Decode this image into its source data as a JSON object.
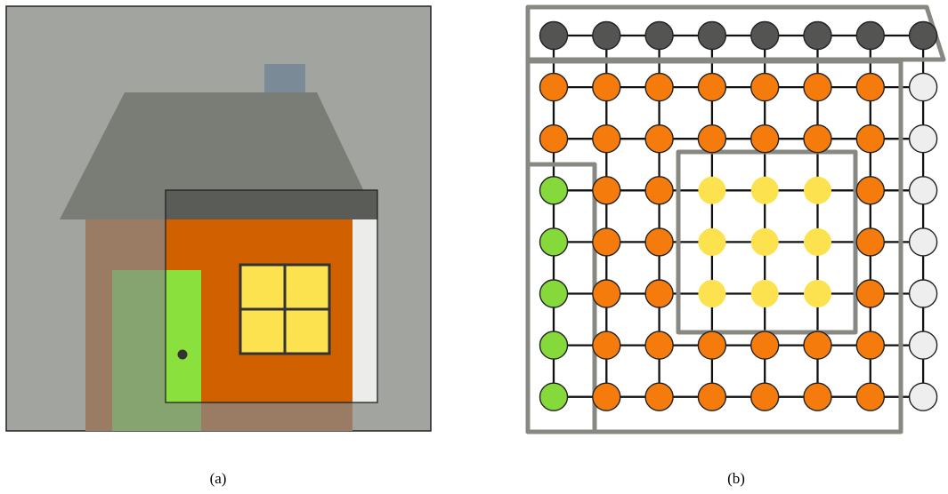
{
  "captions": {
    "left": "(a)",
    "right": "(b)"
  },
  "colors": {
    "background": "#a2a49f",
    "roof": "#7a7c76",
    "chimney": "#7a8a96",
    "wall": "#9a7c64",
    "door": "#86a470",
    "overlay_wall": "#d06000",
    "overlay_roof": "#5a5c58",
    "overlay_door": "#8ae03c",
    "overlay_strip": "#ececea",
    "window": "#fde24f",
    "knob": "#333333",
    "frame": "#888883",
    "node_dark": "#545553",
    "node_orange": "#f57c0c",
    "node_green": "#86d93a",
    "node_yellow": "#fde24f",
    "node_white": "#eeeeee"
  },
  "node_grid": [
    [
      "D",
      "D",
      "D",
      "D",
      "D",
      "D",
      "D",
      "D"
    ],
    [
      "O",
      "O",
      "O",
      "O",
      "O",
      "O",
      "O",
      "W"
    ],
    [
      "O",
      "O",
      "O",
      "O",
      "O",
      "O",
      "O",
      "W"
    ],
    [
      "G",
      "O",
      "O",
      "Y",
      "Y",
      "Y",
      "O",
      "W"
    ],
    [
      "G",
      "O",
      "O",
      "Y",
      "Y",
      "Y",
      "O",
      "W"
    ],
    [
      "G",
      "O",
      "O",
      "Y",
      "Y",
      "Y",
      "O",
      "W"
    ],
    [
      "G",
      "O",
      "O",
      "O",
      "O",
      "O",
      "O",
      "W"
    ],
    [
      "G",
      "O",
      "O",
      "O",
      "O",
      "O",
      "O",
      "W"
    ]
  ]
}
